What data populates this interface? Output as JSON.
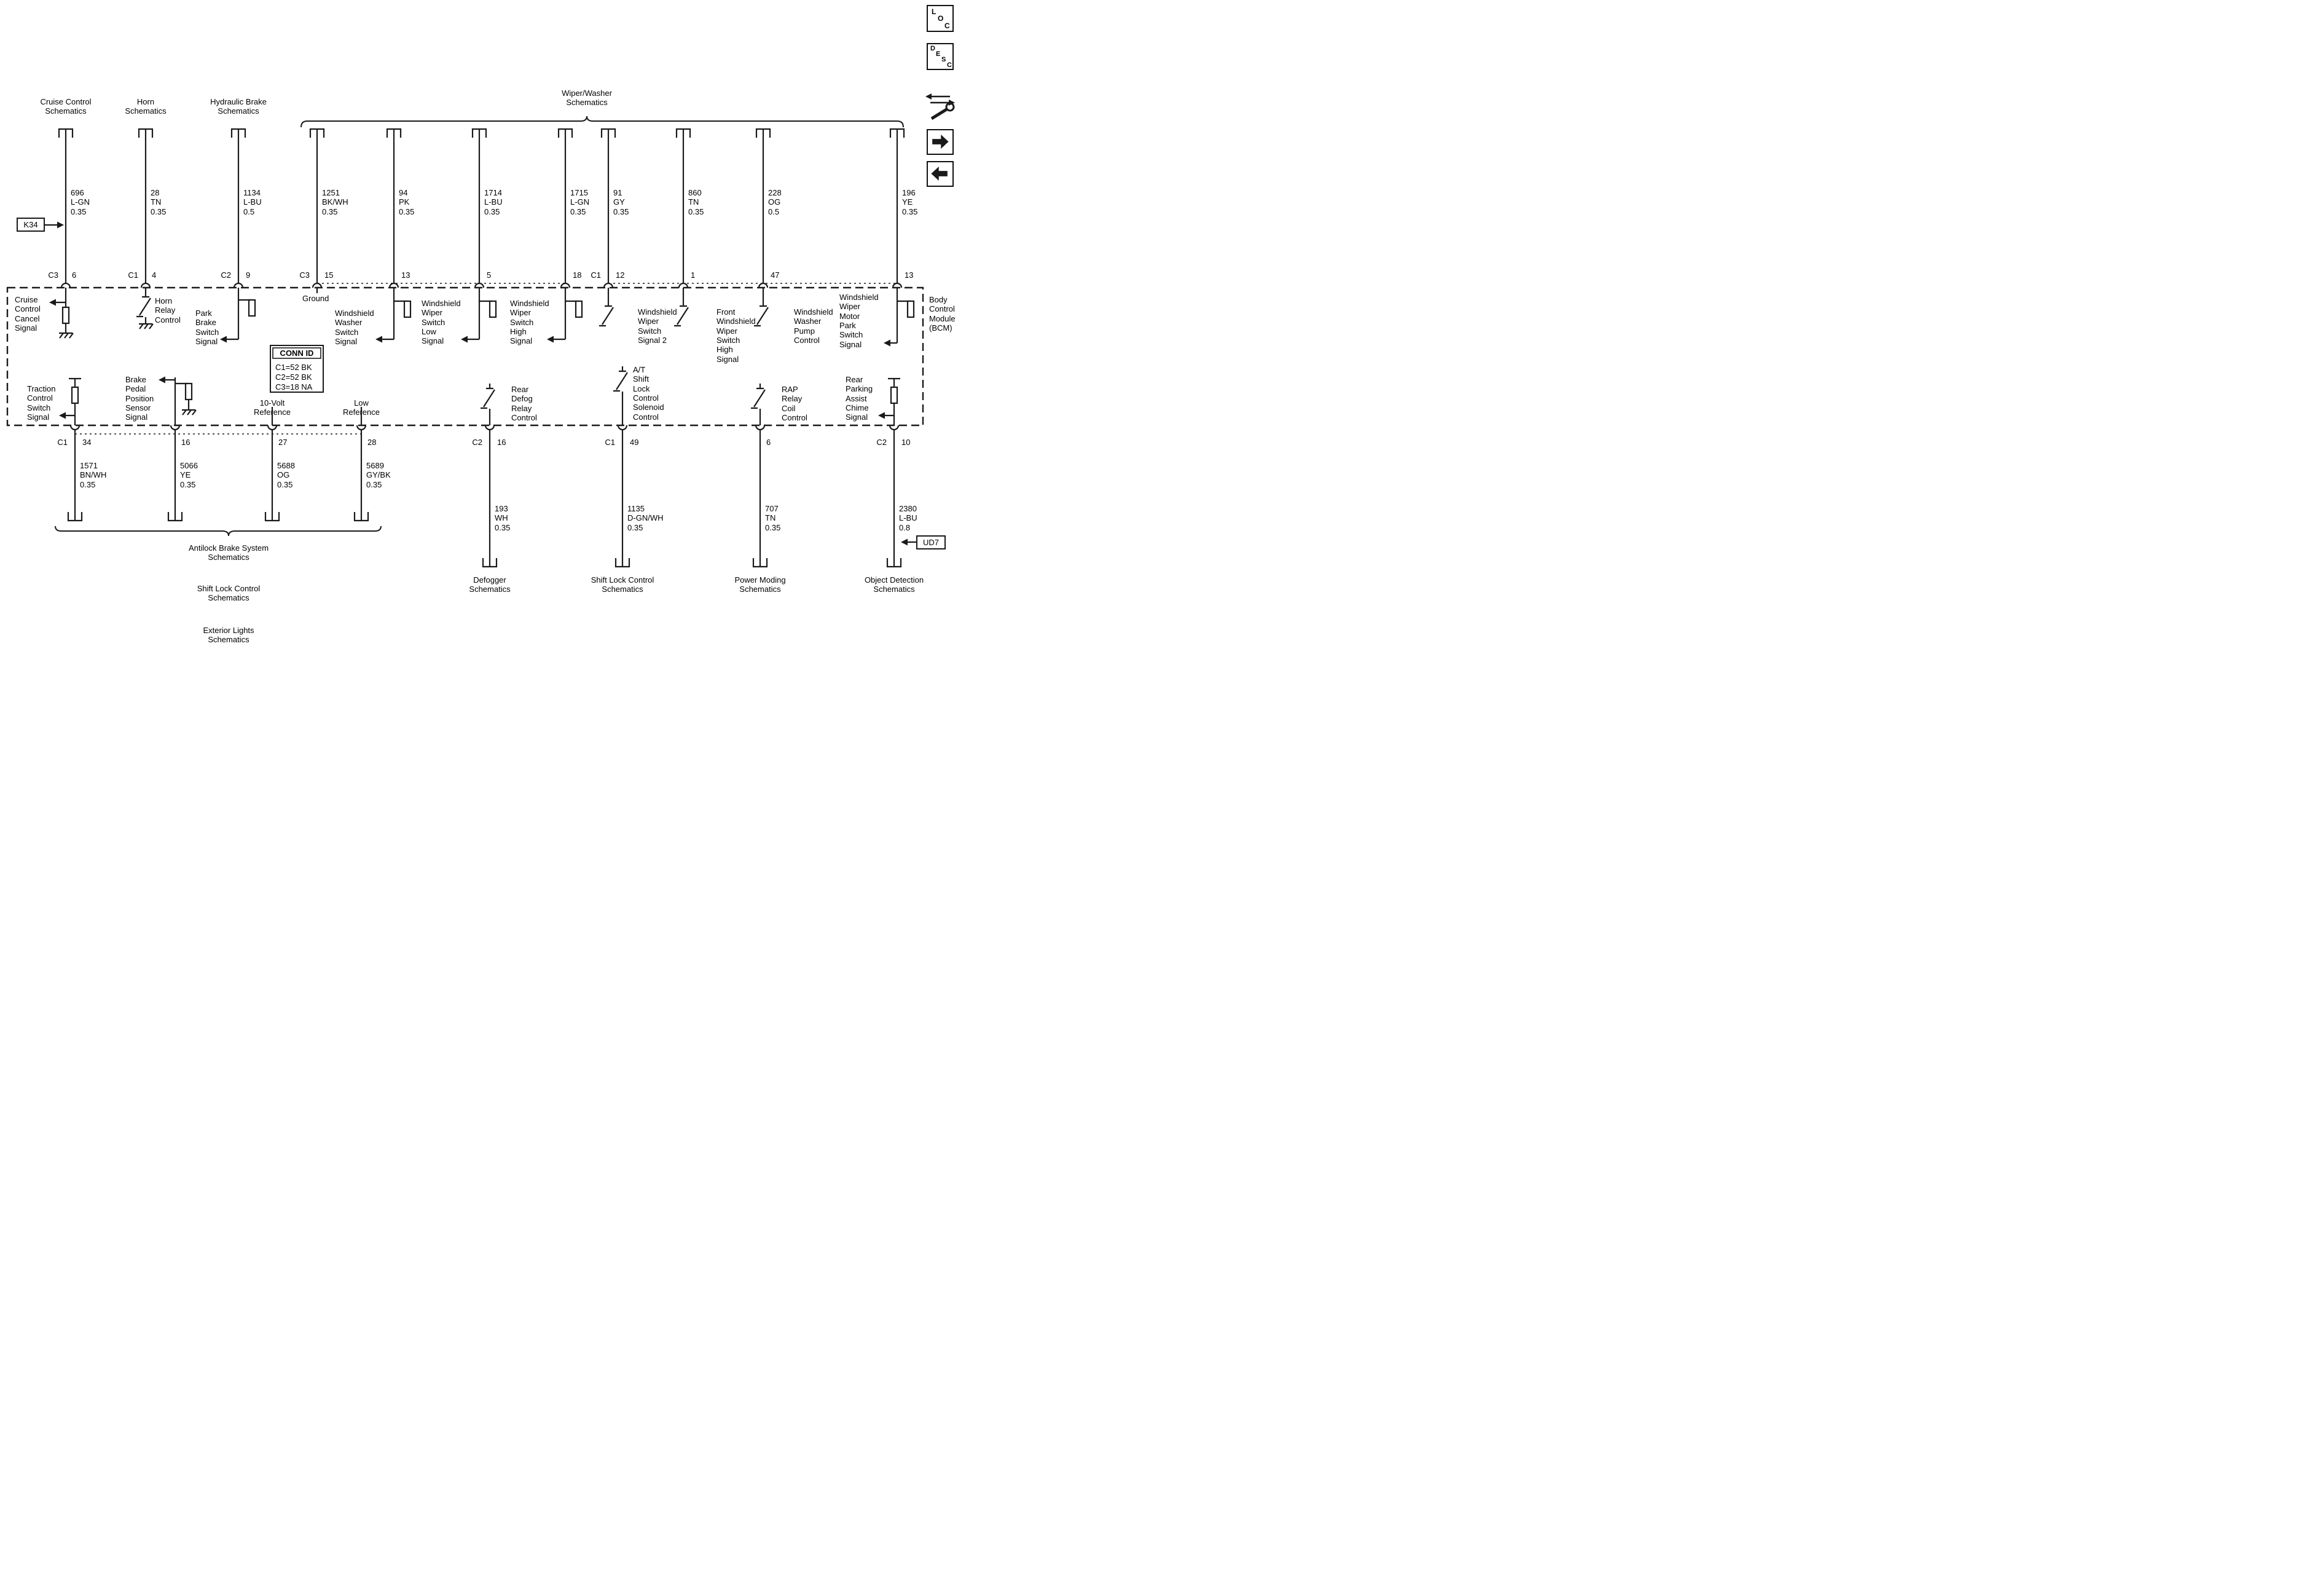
{
  "page": {
    "type": "wiring-schematic",
    "title": "Body Control Module (BCM)"
  },
  "top_refs": {
    "cruise": "Cruise Control\nSchematics",
    "horn": "Horn\nSchematics",
    "hydraulic": "Hydraulic Brake\nSchematics",
    "wiper_washer": "Wiper/Washer\nSchematics"
  },
  "callouts": {
    "k34": "K34",
    "ud7": "UD7"
  },
  "conn_id": {
    "title": "CONN ID",
    "rows": [
      "C1=52 BK",
      "C2=52 BK",
      "C3=18 NA"
    ]
  },
  "bcm": {
    "label": "Body\nControl\nModule\n(BCM)"
  },
  "top_wires": [
    {
      "conn": "C3",
      "pin": "6",
      "label": "696\nL-GN\n0.35",
      "signal": "Cruise\nControl\nCancel\nSignal"
    },
    {
      "conn": "C1",
      "pin": "4",
      "label": "28\nTN\n0.35",
      "signal": "Horn\nRelay\nControl"
    },
    {
      "conn": "C2",
      "pin": "9",
      "label": "1134\nL-BU\n0.5",
      "signal": "Park\nBrake\nSwitch\nSignal"
    },
    {
      "conn": "C3",
      "pin": "15",
      "label": "1251\nBK/WH\n0.35",
      "signal": "Ground"
    },
    {
      "conn": "",
      "pin": "13",
      "label": "94\nPK\n0.35",
      "signal": "Windshield\nWasher\nSwitch\nSignal"
    },
    {
      "conn": "",
      "pin": "5",
      "label": "1714\nL-BU\n0.35",
      "signal": "Windshield\nWiper\nSwitch\nLow\nSignal"
    },
    {
      "conn": "",
      "pin": "18",
      "label": "1715\nL-GN\n0.35",
      "signal": "Windshield\nWiper\nSwitch\nHigh\nSignal"
    },
    {
      "conn": "C1",
      "pin": "12",
      "label": "91\nGY\n0.35",
      "signal": "Windshield\nWiper\nSwitch\nSignal 2"
    },
    {
      "conn": "",
      "pin": "1",
      "label": "860\nTN\n0.35",
      "signal": "Front\nWindshield\nWiper\nSwitch\nHigh\nSignal"
    },
    {
      "conn": "",
      "pin": "47",
      "label": "228\nOG\n0.5",
      "signal": "Windshield\nWasher\nPump\nControl"
    },
    {
      "conn": "",
      "pin": "13",
      "label": "196\nYE\n0.35",
      "signal": "Windshield\nWiper\nMotor\nPark\nSwitch\nSignal"
    }
  ],
  "bottom_wires": [
    {
      "conn": "C1",
      "pin": "34",
      "label": "1571\nBN/WH\n0.35",
      "signal": "Traction\nControl\nSwitch\nSignal"
    },
    {
      "conn": "",
      "pin": "16",
      "label": "5066\nYE\n0.35",
      "signal": "Brake\nPedal\nPosition\nSensor\nSignal"
    },
    {
      "conn": "",
      "pin": "27",
      "label": "5688\nOG\n0.35",
      "signal": "10-Volt\nReference"
    },
    {
      "conn": "",
      "pin": "28",
      "label": "5689\nGY/BK\n0.35",
      "signal": "Low\nReference"
    },
    {
      "conn": "C2",
      "pin": "16",
      "label": "193\nWH\n0.35",
      "signal": "Rear\nDefog\nRelay\nControl"
    },
    {
      "conn": "C1",
      "pin": "49",
      "label": "1135\nD-GN/WH\n0.35",
      "signal": "A/T\nShift\nLock\nControl\nSolenoid\nControl"
    },
    {
      "conn": "",
      "pin": "6",
      "label": "707\nTN\n0.35",
      "signal": "RAP\nRelay\nCoil\nControl"
    },
    {
      "conn": "C2",
      "pin": "10",
      "label": "2380\nL-BU\n0.8",
      "signal": "Rear\nParking\nAssist\nChime\nSignal"
    }
  ],
  "bottom_refs": {
    "abs": "Antilock Brake System\nSchematics",
    "shift_lock_group": "Shift Lock Control\nSchematics",
    "exterior": "Exterior Lights\nSchematics",
    "defogger": "Defogger\nSchematics",
    "shift_lock": "Shift Lock Control\nSchematics",
    "power_moding": "Power Moding\nSchematics",
    "object_detection": "Object Detection\nSchematics"
  },
  "sidebar": {
    "loc": [
      "L",
      "O",
      "C"
    ],
    "desc": [
      "D",
      "E",
      "S",
      "C"
    ]
  },
  "colors": {
    "line": "#1a1a1a",
    "background": "#ffffff"
  }
}
